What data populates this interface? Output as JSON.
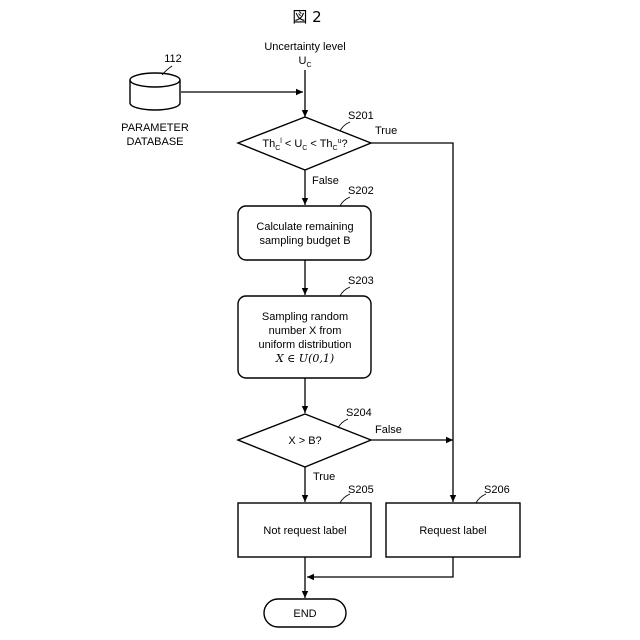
{
  "figure": {
    "title": "図 2"
  },
  "input": {
    "label": "Uncertainty level",
    "symbol_main": "U",
    "symbol_sub": "C"
  },
  "database": {
    "ref": "112",
    "label_line1": "PARAMETER",
    "label_line2": "DATABASE"
  },
  "steps": {
    "s201": {
      "ref": "S201",
      "th_low": "Th",
      "th_low_sub": "C",
      "th_low_sup": "l",
      "lt1": " < U",
      "uc_sub": "C",
      "lt2": " < Th",
      "th_up_sub": "C",
      "th_up_sup": "u",
      "tail": "?",
      "true_label": "True",
      "false_label": "False"
    },
    "s202": {
      "ref": "S202",
      "line1": "Calculate remaining",
      "line2": "sampling budget B"
    },
    "s203": {
      "ref": "S203",
      "line1": "Sampling random",
      "line2": "number X from",
      "line3": "uniform distribution",
      "formula": "X ∈ U(0,1)"
    },
    "s204": {
      "ref": "S204",
      "text": "X > B?",
      "true_label": "True",
      "false_label": "False"
    },
    "s205": {
      "ref": "S205",
      "text": "Not request label"
    },
    "s206": {
      "ref": "S206",
      "text": "Request label"
    },
    "end": {
      "text": "END"
    }
  }
}
